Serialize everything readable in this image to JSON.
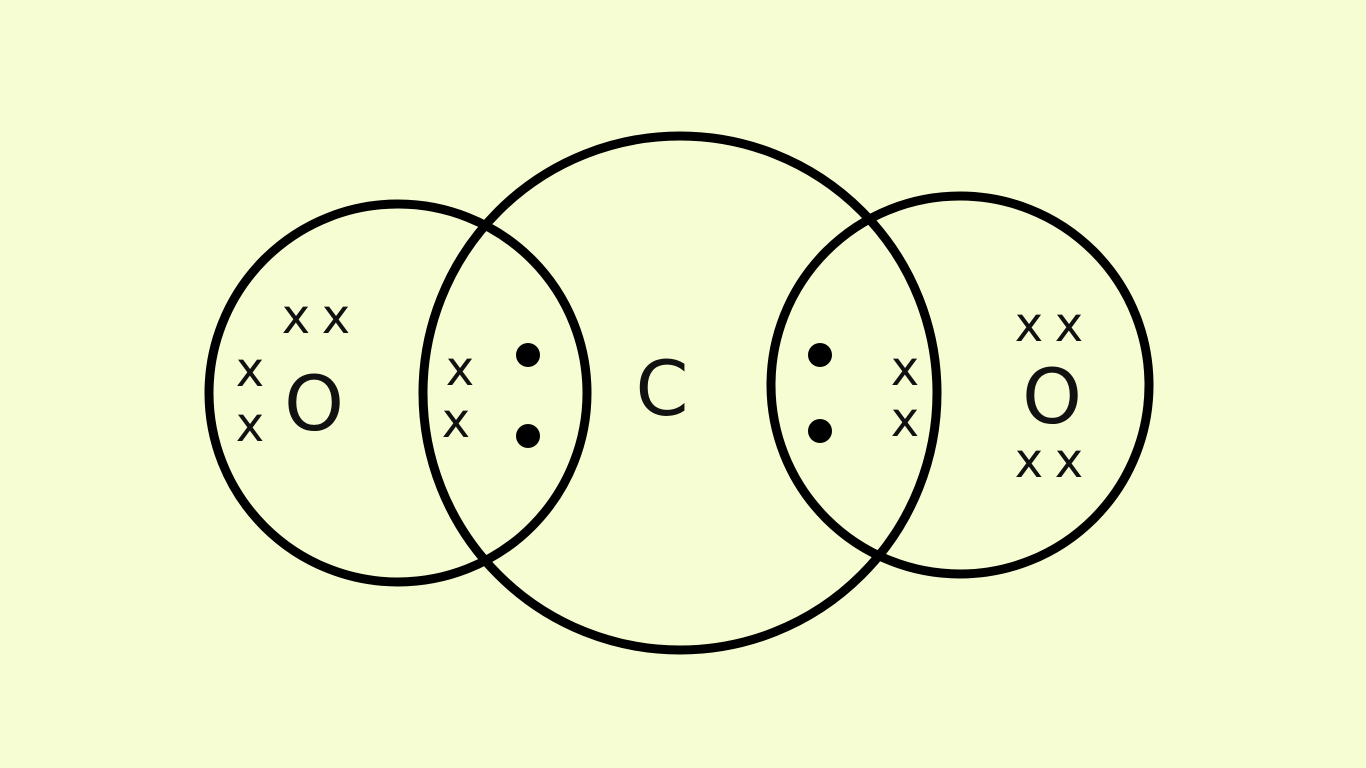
{
  "diagram": {
    "atoms": [
      {
        "symbol": "O"
      },
      {
        "symbol": "C"
      },
      {
        "symbol": "O"
      }
    ],
    "electron_marks": {
      "cross": "x",
      "dot": "•"
    }
  },
  "colors": {
    "background": "#f6fdd3",
    "line": "#000000"
  }
}
